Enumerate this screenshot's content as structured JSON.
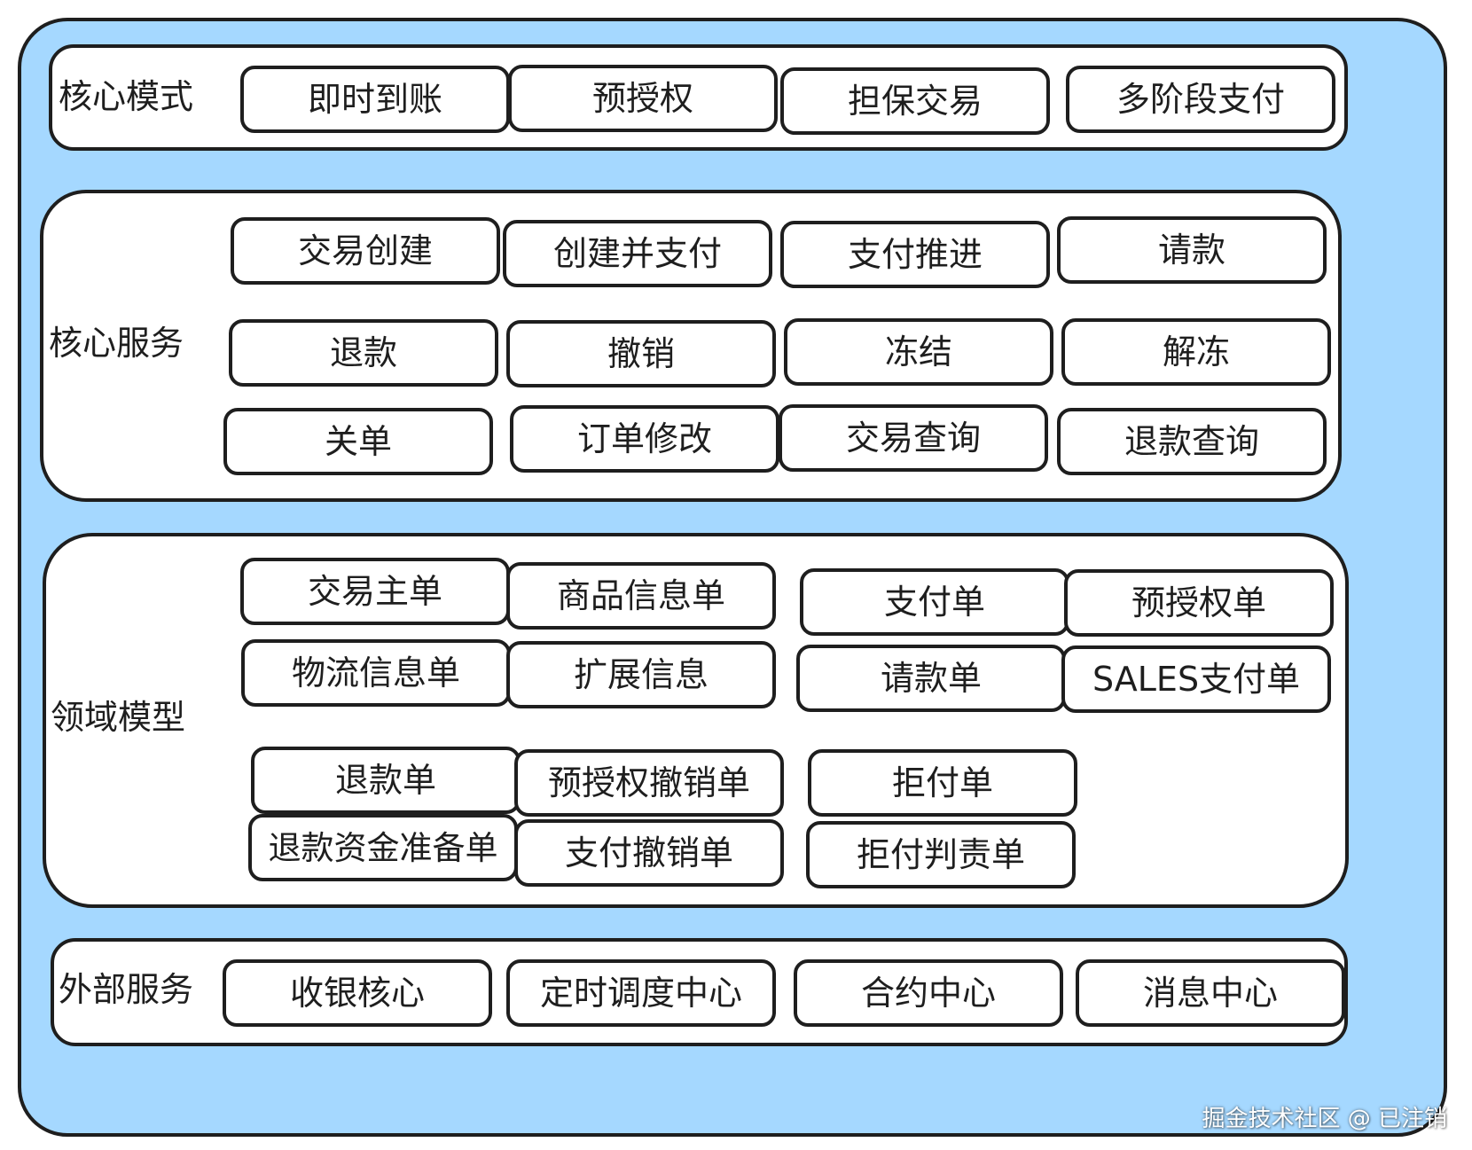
{
  "colors": {
    "outer_fill": "#a5d8ff",
    "panel_fill": "#ffffff",
    "stroke": "#1e1e1e"
  },
  "core_modes": {
    "label": "核心模式",
    "items": [
      "即时到账",
      "预授权",
      "担保交易",
      "多阶段支付"
    ]
  },
  "core_services": {
    "label": "核心服务",
    "items": [
      "交易创建",
      "创建并支付",
      "支付推进",
      "请款",
      "退款",
      "撤销",
      "冻结",
      "解冻",
      "关单",
      "订单修改",
      "交易查询",
      "退款查询"
    ]
  },
  "domain_models": {
    "label": "领域模型",
    "items": [
      "交易主单",
      "商品信息单",
      "支付单",
      "预授权单",
      "物流信息单",
      "扩展信息",
      "请款单",
      "SALES支付单",
      "退款单",
      "预授权撤销单",
      "拒付单",
      "退款资金准备单",
      "支付撤销单",
      "拒付判责单"
    ]
  },
  "external_services": {
    "label": "外部服务",
    "items": [
      "收银核心",
      "定时调度中心",
      "合约中心",
      "消息中心"
    ]
  },
  "watermark": "掘金技术社区 @ 已注销"
}
